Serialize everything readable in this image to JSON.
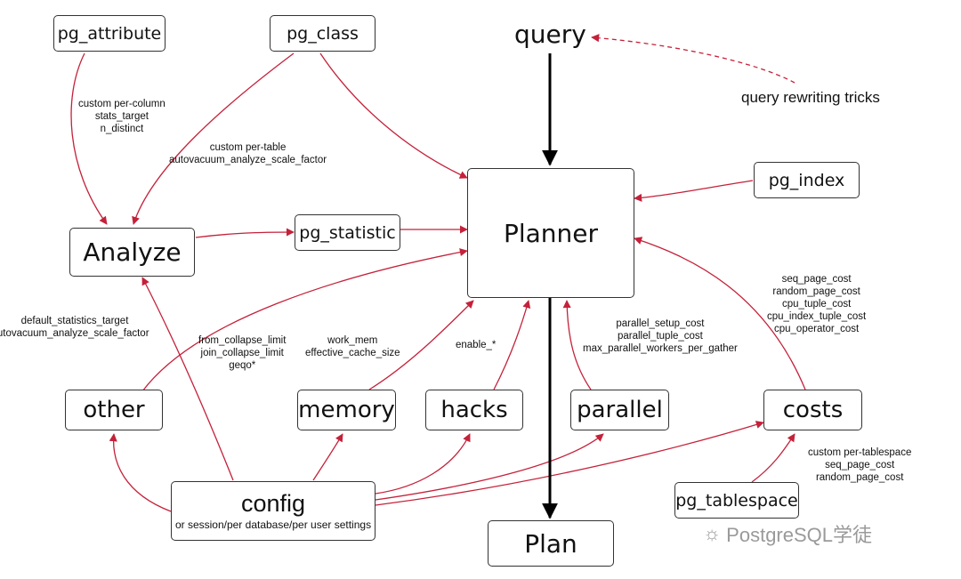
{
  "nodes": {
    "pg_attribute": "pg_attribute",
    "pg_class": "pg_class",
    "analyze": "Analyze",
    "pg_statistic": "pg_statistic",
    "planner": "Planner",
    "pg_index": "pg_index",
    "other": "other",
    "memory": "memory",
    "hacks": "hacks",
    "parallel": "parallel",
    "costs": "costs",
    "config": "config",
    "config_sub": "or session/per database/per user settings",
    "pg_tablespace": "pg_tablespace",
    "plan": "Plan"
  },
  "query": "query",
  "rewrite_label": "query rewriting tricks",
  "labels": {
    "attr_analyze": [
      "custom per-column",
      "stats_target",
      "n_distinct"
    ],
    "class_analyze": [
      "custom per-table",
      "autovacuum_analyze_scale_factor"
    ],
    "other_config": [
      "default_statistics_target",
      "autovacuum_analyze_scale_factor"
    ],
    "collapse": [
      "from_collapse_limit",
      "join_collapse_limit",
      "geqo*"
    ],
    "memory": [
      "work_mem",
      "effective_cache_size"
    ],
    "hacks": [
      "enable_*"
    ],
    "parallel": [
      "parallel_setup_cost",
      "parallel_tuple_cost",
      "max_parallel_workers_per_gather"
    ],
    "costs": [
      "seq_page_cost",
      "random_page_cost",
      "cpu_tuple_cost",
      "cpu_index_tuple_cost",
      "cpu_operator_cost"
    ],
    "tablespace": [
      "custom per-tablespace",
      "seq_page_cost",
      "random_page_cost"
    ]
  },
  "watermark": "PostgreSQL学徒",
  "watermark_icon": "wechat-icon",
  "colors": {
    "edge": "#c4213a",
    "main_flow": "#000000",
    "border": "#333333"
  }
}
